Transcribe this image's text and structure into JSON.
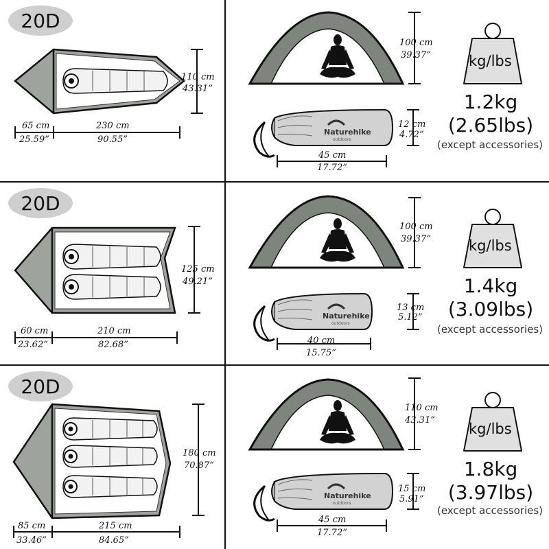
{
  "rows": [
    {
      "badge": "20D",
      "floor": {
        "width_cm": "110 cm",
        "width_in": "43.31”",
        "vest_cm": "65 cm",
        "vest_in": "25.59”",
        "length_cm": "230 cm",
        "length_in": "90.55”"
      },
      "height": {
        "cm": "100 cm",
        "in": "39.37”"
      },
      "pack": {
        "dia_cm": "12 cm",
        "dia_in": "4.72”",
        "len_cm": "45 cm",
        "len_in": "17.72”"
      },
      "weight_label": "kg/lbs",
      "weight_kg": "1.2kg",
      "weight_lbs": "(2.65lbs)",
      "note": "(except accessories)",
      "sleeping_bags": 1
    },
    {
      "badge": "20D",
      "floor": {
        "width_cm": "125 cm",
        "width_in": "49.21”",
        "vest_cm": "60 cm",
        "vest_in": "23.62”",
        "length_cm": "210 cm",
        "length_in": "82.68”"
      },
      "height": {
        "cm": "100 cm",
        "in": "39.37”"
      },
      "pack": {
        "dia_cm": "13 cm",
        "dia_in": "5.12”",
        "len_cm": "40 cm",
        "len_in": "15.75”"
      },
      "weight_label": "kg/lbs",
      "weight_kg": "1.4kg",
      "weight_lbs": "(3.09lbs)",
      "note": "(except accessories)",
      "sleeping_bags": 2
    },
    {
      "badge": "20D",
      "floor": {
        "width_cm": "180 cm",
        "width_in": "70.87”",
        "vest_cm": "85 cm",
        "vest_in": "33.46”",
        "length_cm": "215 cm",
        "length_in": "84.65”"
      },
      "height": {
        "cm": "110 cm",
        "in": "43.31”"
      },
      "pack": {
        "dia_cm": "15 cm",
        "dia_in": "5.91”",
        "len_cm": "45 cm",
        "len_in": "17.72”"
      },
      "weight_label": "kg/lbs",
      "weight_kg": "1.8kg",
      "weight_lbs": "(3.97lbs)",
      "note": "(except accessories)",
      "sleeping_bags": 3
    }
  ],
  "brand": {
    "name": "Naturehike",
    "sub": "outdoors"
  },
  "icons": {
    "weight": "weight-icon",
    "dome": "dome-tent-icon",
    "person": "meditating-person-icon",
    "bag": "stuff-sack-icon",
    "floor": "tent-floor-plan-icon"
  }
}
